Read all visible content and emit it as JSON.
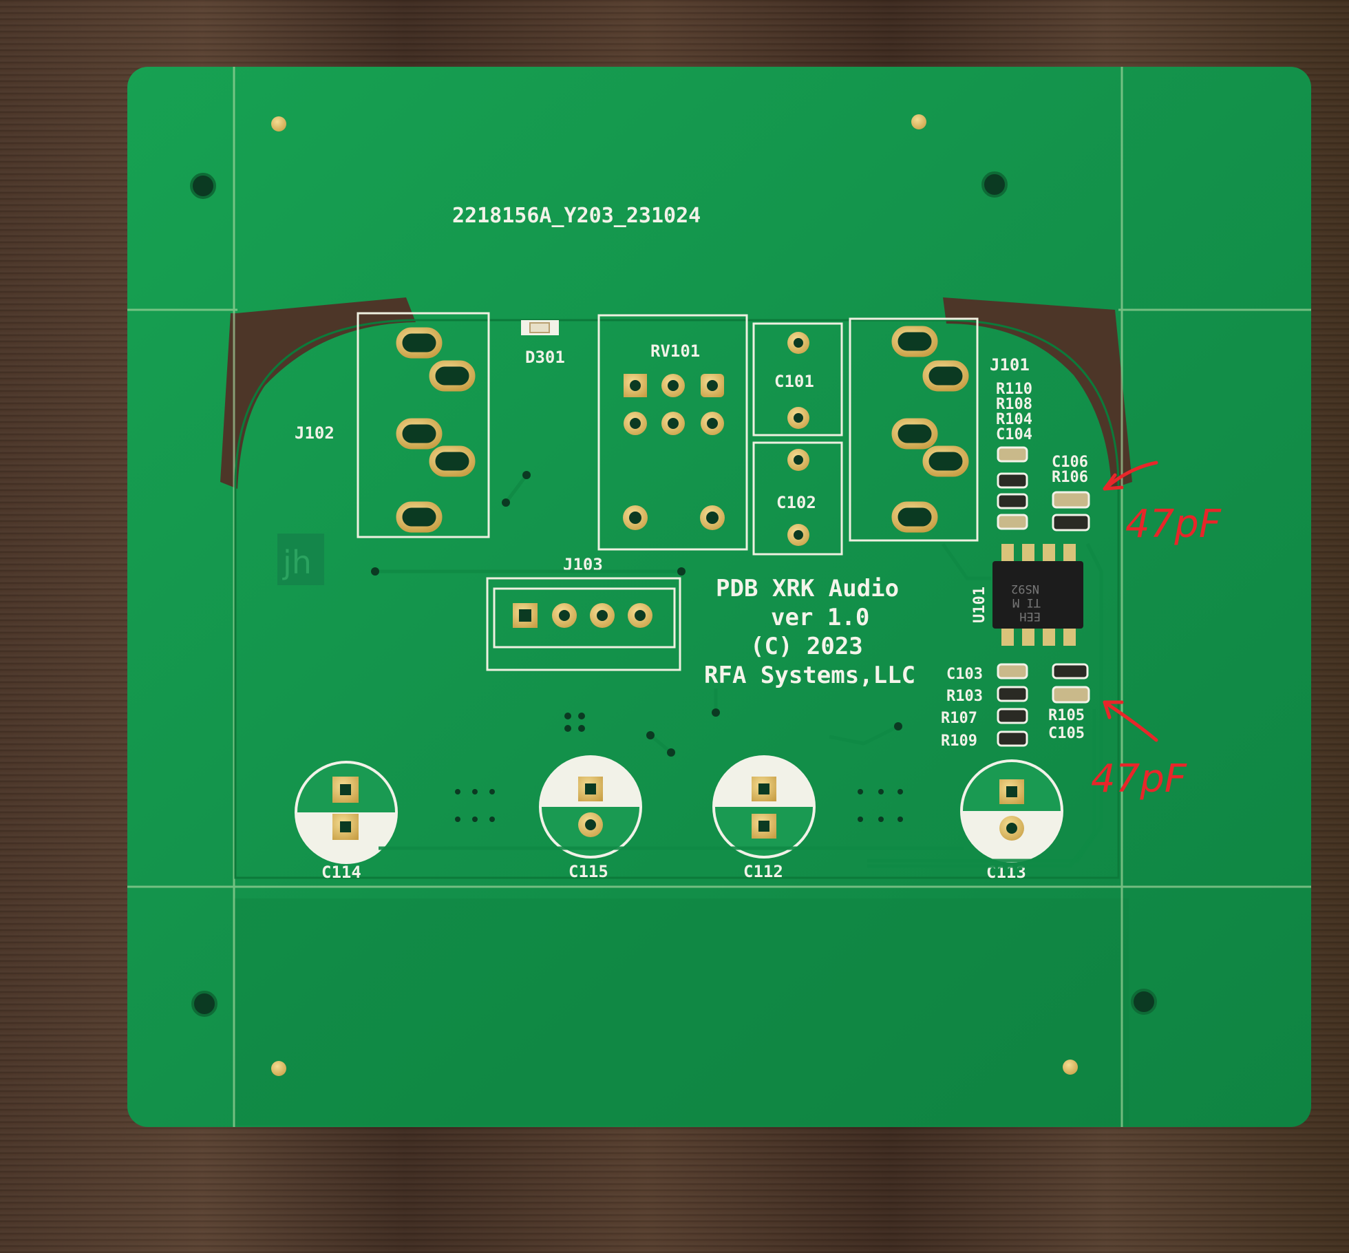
{
  "board": {
    "order_code": "2218156A_Y203_231024",
    "title_lines": [
      "PDB XRK Audio",
      "ver 1.0",
      "(C) 2023",
      "RFA Systems,LLC"
    ],
    "logo_text": "jh",
    "chip_marking": [
      "NS92",
      "TI M",
      "EEH"
    ],
    "colors": {
      "solder_mask": "#13914a",
      "silkscreen": "#f2f2e8",
      "pad": "#d8b45a",
      "annotation": "#e8262a"
    }
  },
  "refdes": {
    "J102": "J102",
    "D301": "D301",
    "RV101": "RV101",
    "C101": "C101",
    "C102": "C102",
    "J101": "J101",
    "J103": "J103",
    "U101": "U101",
    "R110": "R110",
    "R108": "R108",
    "R104": "R104",
    "C104": "C104",
    "C106": "C106",
    "R106": "R106",
    "C103": "C103",
    "R103": "R103",
    "R107": "R107",
    "R109": "R109",
    "R105": "R105",
    "C105": "C105",
    "C114": "C114",
    "C115": "C115",
    "C112": "C112",
    "C113": "C113"
  },
  "annotations": {
    "top_value": "47pF",
    "bottom_value": "47pF"
  }
}
